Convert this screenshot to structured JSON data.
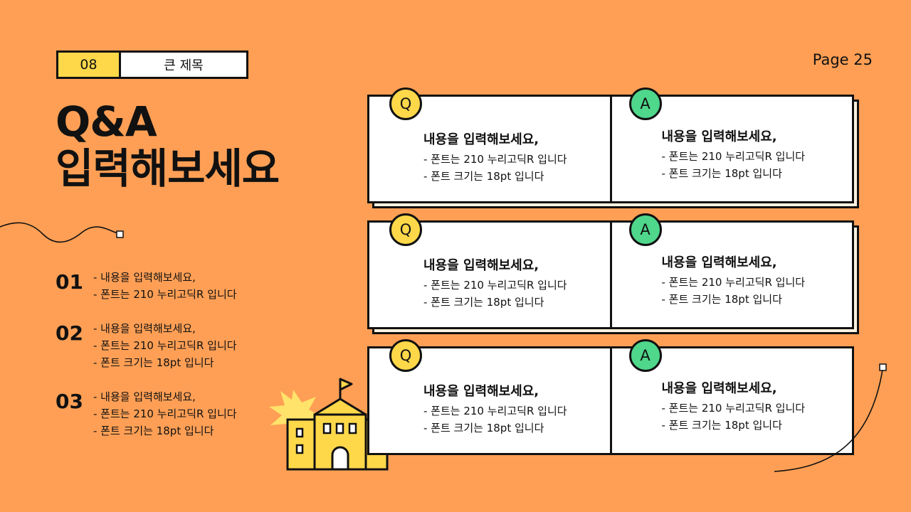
{
  "section": {
    "number": "08",
    "label": "큰 제목"
  },
  "page": "Page 25",
  "title": {
    "line1": "Q&A",
    "line2": "입력해보세요"
  },
  "list": [
    {
      "num": "01",
      "lines": [
        "- 내용을 입력해보세요,",
        "- 폰트는 210 누리고딕R 입니다"
      ]
    },
    {
      "num": "02",
      "lines": [
        "- 내용을 입력해보세요,",
        "- 폰트는 210 누리고딕R 입니다",
        "- 폰트 크기는 18pt 입니다"
      ]
    },
    {
      "num": "03",
      "lines": [
        "- 내용을 입력해보세요,",
        "- 폰트는 210 누리고딕R 입니다",
        "- 폰트 크기는 18pt 입니다"
      ]
    }
  ],
  "qa": [
    {
      "q": {
        "badge": "Q",
        "heading": "내용을 입력해보세요,",
        "line1": "- 폰트는 210 누리고딕R 입니다",
        "line2": "- 폰트 크기는 18pt 입니다"
      },
      "a": {
        "badge": "A",
        "heading": "내용을 입력해보세요,",
        "line1": "- 폰트는 210 누리고딕R 입니다",
        "line2": "- 폰트 크기는 18pt 입니다"
      }
    },
    {
      "q": {
        "badge": "Q",
        "heading": "내용을 입력해보세요,",
        "line1": "- 폰트는 210 누리고딕R 입니다",
        "line2": "- 폰트 크기는 18pt 입니다"
      },
      "a": {
        "badge": "A",
        "heading": "내용을 입력해보세요,",
        "line1": "- 폰트는 210 누리고딕R 입니다",
        "line2": "- 폰트 크기는 18pt 입니다"
      }
    },
    {
      "q": {
        "badge": "Q",
        "heading": "내용을 입력해보세요,",
        "line1": "- 폰트는 210 누리고딕R 입니다",
        "line2": "- 폰트 크기는 18pt 입니다"
      },
      "a": {
        "badge": "A",
        "heading": "내용을 입력해보세요,",
        "line1": "- 폰트는 210 누리고딕R 입니다",
        "line2": "- 폰트 크기는 18pt 입니다"
      }
    }
  ],
  "colors": {
    "background": "#ff9f55",
    "accent_yellow": "#ffd84a",
    "accent_green": "#4fd78c",
    "outline": "#111111"
  },
  "icons": {
    "decoration": "wave-line-icon",
    "illustration": "school-building-icon"
  }
}
